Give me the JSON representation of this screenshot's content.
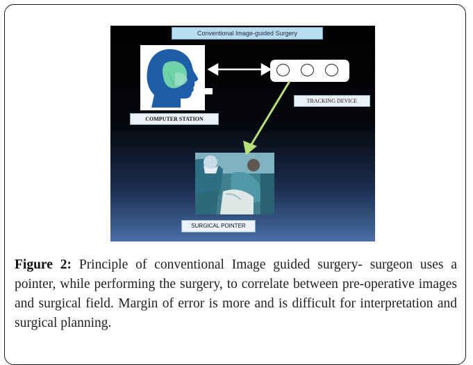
{
  "figure": {
    "title": "Conventional Image-guided Surgery",
    "computer_station_label": "COMPUTER STATION",
    "tracking_device_label": "TRACKING DEVICE",
    "surgical_pointer_label": "SURGICAL POINTER",
    "tracker_markers": 3
  },
  "caption": {
    "label": "Figure 2:",
    "text": "Principle of conventional Image guided surgery- surgeon uses a pointer, while performing the surgery, to correlate between pre-operative images and surgical field. Margin of error is more and is difficult for interpretation and surgical planning."
  },
  "colors": {
    "arrow": "#b7e07a",
    "head_dark": "#1e5ea8",
    "head_green": "#6fd2a8",
    "label_fill": "#eaf1f8",
    "title_fill": "#b8dcf0"
  }
}
